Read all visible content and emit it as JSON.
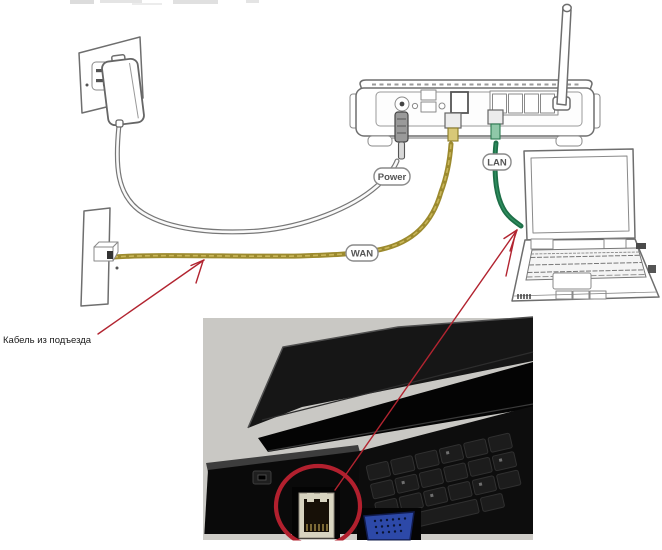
{
  "diagram": {
    "labels": {
      "power": "Power",
      "wan": "WAN",
      "lan": "LAN"
    },
    "annotation": {
      "cable_from_entrance": "Кабель из подъезда"
    },
    "colors": {
      "wan_cable": "#9c8a2e",
      "wan_cable_highlight": "#c9b65a",
      "lan_cable": "#1e6f48",
      "power_cable_outline": "#777777",
      "power_cable_core": "#fafafa",
      "arrow_red": "#b22430",
      "line_art": "#6e6e6e",
      "photo_background": "#c9c8c4",
      "vga_blue": "#2d49a8",
      "rj45_ivory": "#d8d4c0"
    }
  }
}
